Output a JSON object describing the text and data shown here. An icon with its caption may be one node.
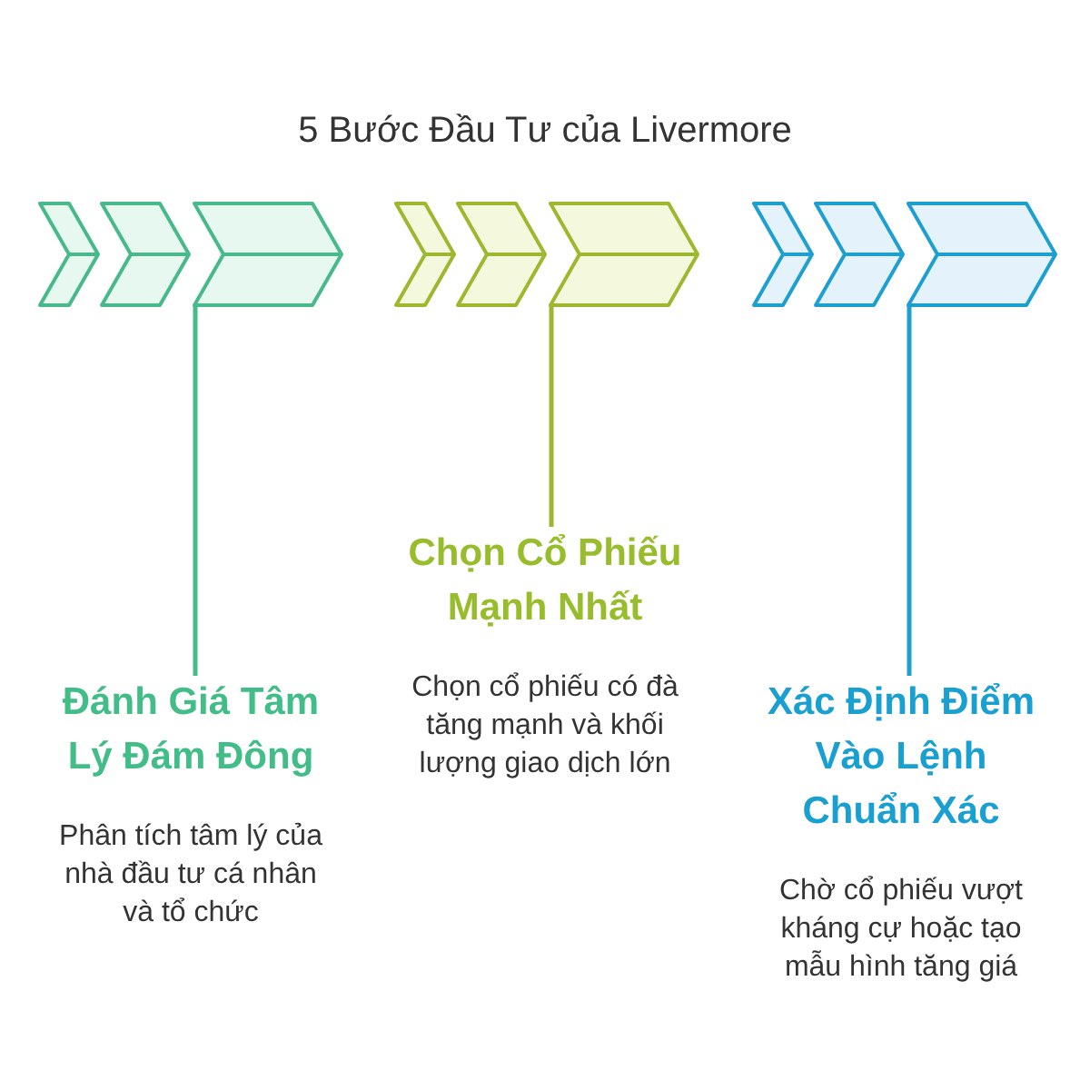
{
  "diagram": {
    "title": "5 Bước Đầu Tư của Livermore",
    "nodes": [
      {
        "text": [],
        "shape": "chevron"
      },
      {
        "text": [],
        "shape": "chevron"
      },
      {
        "text": [],
        "shape": "chevron"
      },
      {
        "text": [],
        "shape": "chevron"
      },
      {
        "text": [],
        "shape": "chevron"
      },
      {
        "text": [],
        "shape": "chevron"
      },
      {
        "text": [],
        "shape": "chevron"
      },
      {
        "text": [],
        "shape": "chevron"
      },
      {
        "text": [],
        "shape": "chevron"
      },
      {
        "text": [
          "Đánh Giá Tâm Lý Đám Đông",
          "Phân tích tâm lý của nhà đầu tư cá nhân và tổ chức"
        ]
      },
      {
        "text": [
          "Chọn Cổ Phiếu Mạnh Nhất",
          "Chọn cổ phiếu có đà tăng mạnh và khối lượng giao dịch lớn"
        ]
      },
      {
        "text": [
          "Xác Định Điểm Vào Lệnh Chuẩn Xác",
          "Chờ cổ phiếu vượt kháng cự hoặc tạo mẫu hình tăng giá"
        ]
      }
    ],
    "edges": [
      {
        "from": 9,
        "to": 2,
        "arrow": "none",
        "color": "#48bb8e"
      },
      {
        "from": 10,
        "to": 5,
        "arrow": "none",
        "color": "#a0b632"
      },
      {
        "from": 11,
        "to": 8,
        "arrow": "none",
        "color": "#1fa0cd"
      }
    ]
  }
}
